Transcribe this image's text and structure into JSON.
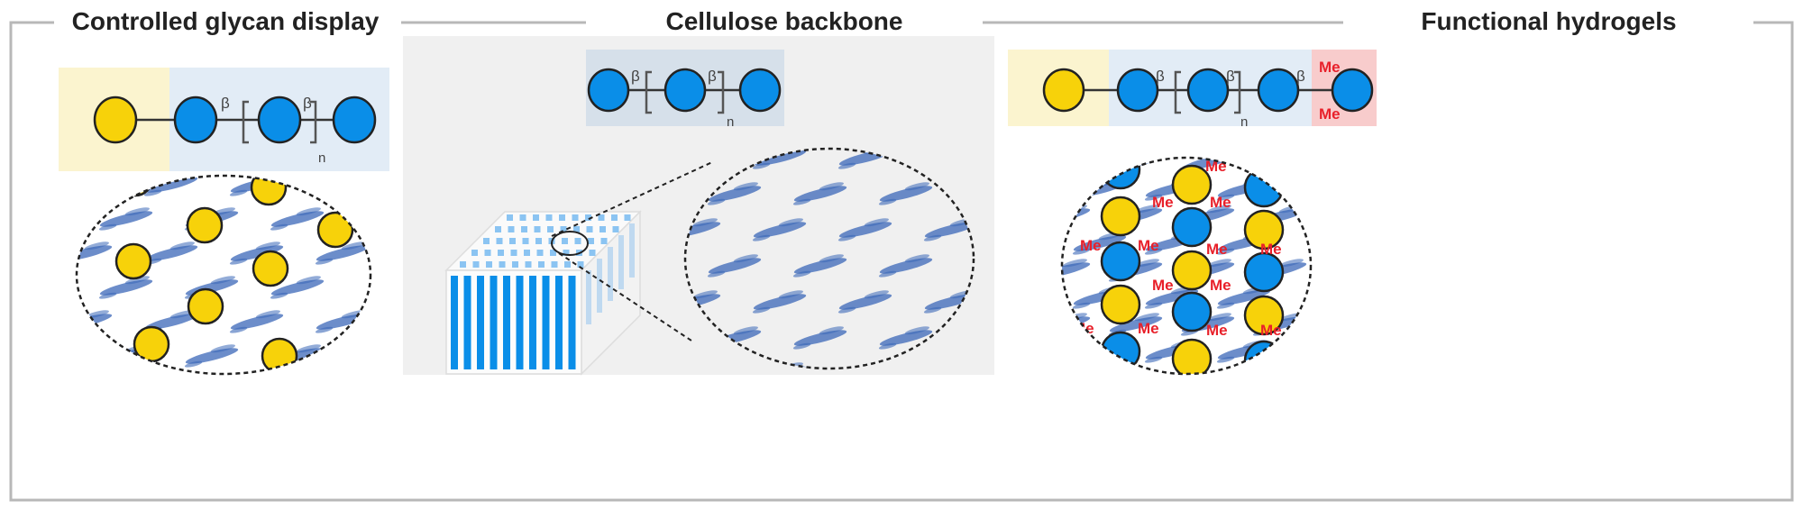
{
  "panels": {
    "left_title": "Controlled glycan display",
    "middle_title": "Cellulose backbone",
    "right_title": "Functional hydrogels"
  },
  "labels": {
    "beta": "β",
    "n": "n",
    "methyl": "Me"
  },
  "colors": {
    "glucose_blue": "#0a8ee8",
    "galactose_yellow": "#f7d20a",
    "yellow_region": "#fbf4cf",
    "blue_region": "#e2ecf6",
    "red_region": "#f8cccc",
    "fibril_blue": "#3b67b8",
    "methyl_red": "#e8202a",
    "frame_gray": "#b8b8b8",
    "panel_gray": "#f0f0f0"
  }
}
